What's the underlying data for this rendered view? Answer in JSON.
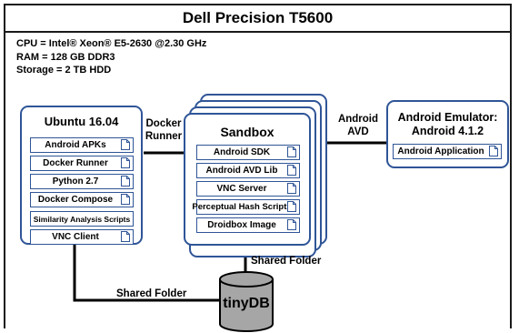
{
  "title": "Dell Precision T5600",
  "specs": {
    "cpu": "CPU = Intel® Xeon® E5-2630 @2.30 GHz",
    "ram": "RAM = 128 GB DDR3",
    "storage": "Storage = 2 TB HDD"
  },
  "ubuntu": {
    "title": "Ubuntu 16.04",
    "items": [
      "Android APKs",
      "Docker Runner",
      "Python 2.7",
      "Docker Compose",
      "Similarity Analysis Scripts",
      "VNC Client"
    ]
  },
  "sandbox": {
    "title": "Sandbox",
    "items": [
      "Android SDK",
      "Android AVD Lib",
      "VNC Server",
      "Perceptual Hash Scripts",
      "Droidbox Image"
    ]
  },
  "emulator": {
    "title_line1": "Android Emulator:",
    "title_line2": "Android 4.1.2",
    "items": [
      "Android Application"
    ]
  },
  "connectors": {
    "docker_runner_line1": "Docker",
    "docker_runner_line2": "Runner",
    "android_avd_line1": "Android",
    "android_avd_line2": "AVD",
    "shared_folder_right": "Shared Folder",
    "shared_folder_left": "Shared Folder"
  },
  "database": {
    "label": "tinyDB"
  },
  "colors": {
    "box_border": "#2f5597",
    "db_fill": "#a6a6a6",
    "line": "#000000"
  },
  "icons": {
    "item_icon": "document-icon"
  }
}
